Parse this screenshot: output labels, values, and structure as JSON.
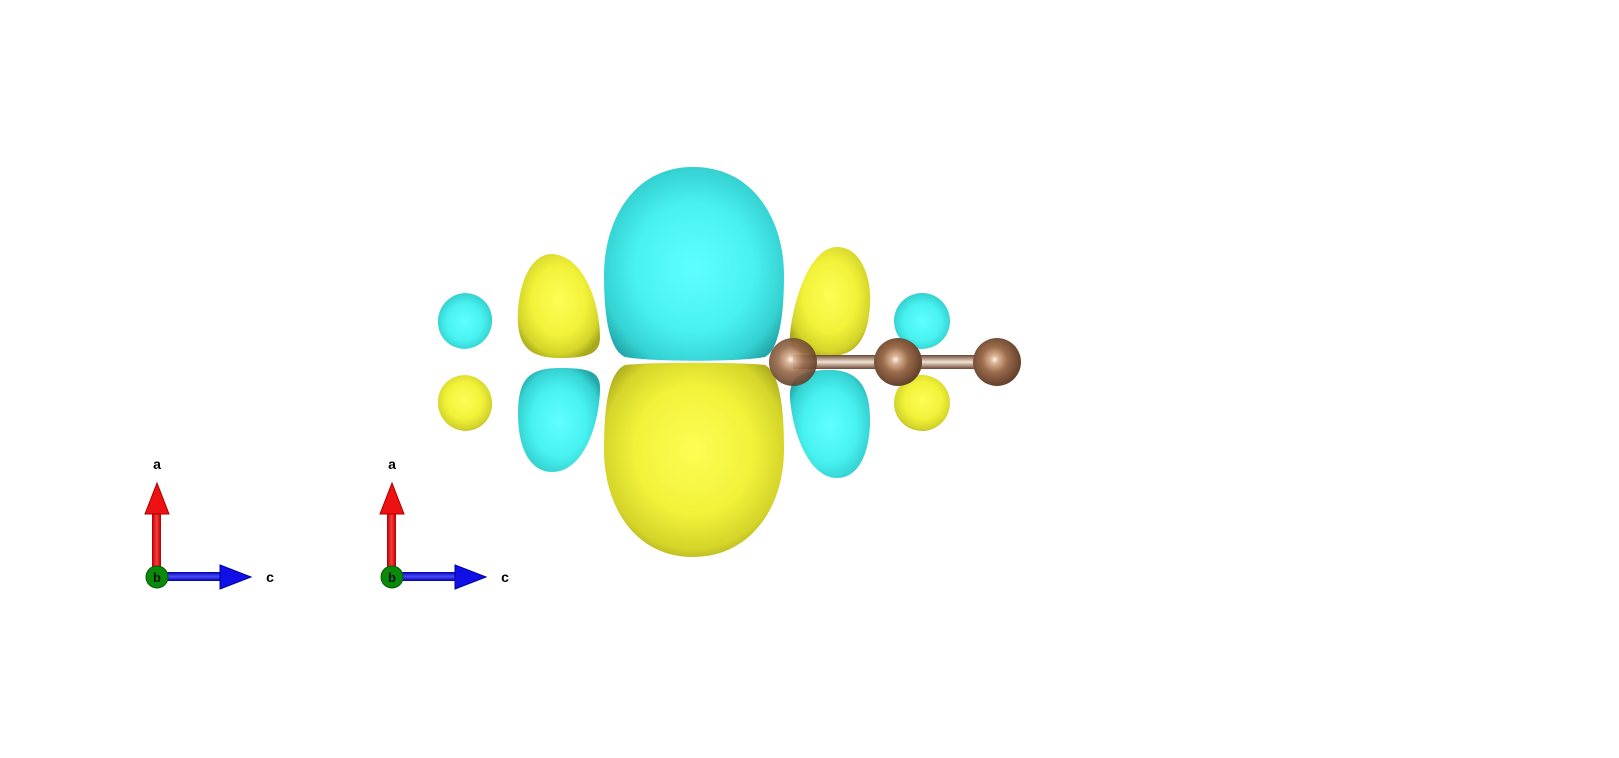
{
  "colors": {
    "background": "#ffffff",
    "positive_lobe": "#f7f739",
    "negative_lobe": "#44f2f0",
    "atom": "#8a5f42",
    "bond": "#9a6b4c",
    "axis_a": "#ee1111",
    "axis_b": "#0a8a0a",
    "axis_c": "#1010e6"
  },
  "axes_triads": [
    {
      "a_label": "a",
      "b_label": "b",
      "c_label": "c"
    },
    {
      "a_label": "a",
      "b_label": "b",
      "c_label": "c"
    }
  ],
  "molecule": {
    "atom_count": 3,
    "bond_count": 2
  }
}
